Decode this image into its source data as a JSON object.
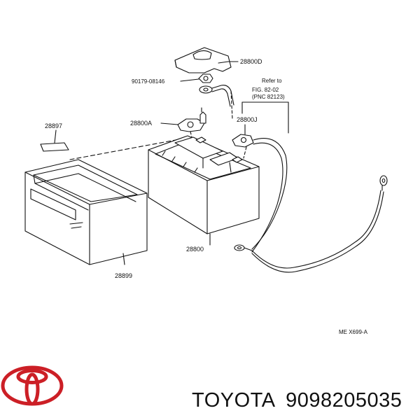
{
  "diagram": {
    "parts": {
      "cover": "28800D",
      "bolt": "90179-08146",
      "refer_line1": "Refer to",
      "refer_line2": "FIG. 82-02",
      "refer_line3": "(PNC  82123)",
      "clamp_pos": "28800A",
      "clamp_neg": "28800J",
      "insulator": "28897",
      "battery": "28800",
      "tray": "28899"
    },
    "ref_code": "ME  X699-A"
  },
  "footer": {
    "brand_name": "TOYOTA",
    "part_number": "9098205035"
  },
  "colors": {
    "logo": "#cc1f26",
    "ink": "#111111"
  }
}
